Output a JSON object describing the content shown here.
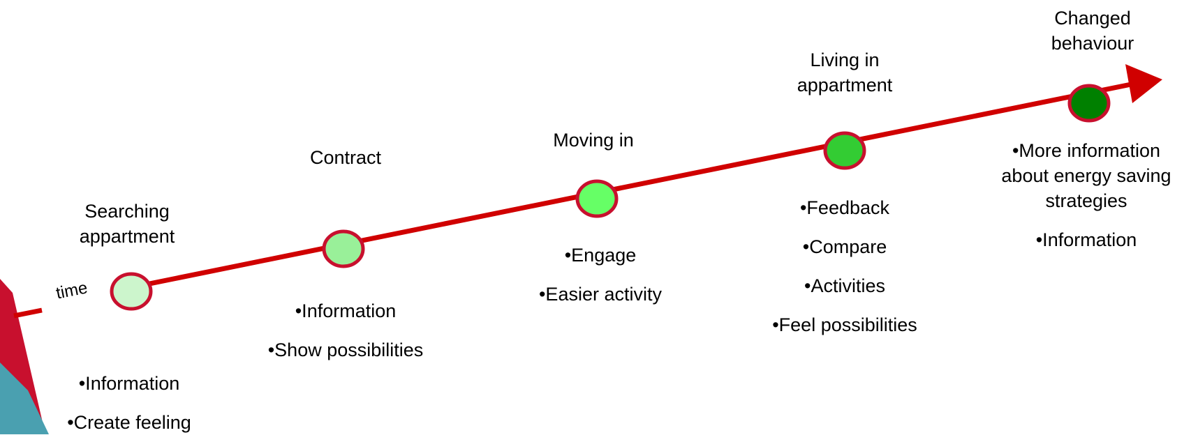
{
  "axis": {
    "label": "time"
  },
  "colors": {
    "line": "#d00000",
    "node_border": "#c8102e"
  },
  "stages": [
    {
      "title": "Searching\nappartment",
      "bullets": [
        "•Information",
        "•Create feeling"
      ],
      "fill": "#ccf5cc"
    },
    {
      "title": "Contract",
      "bullets": [
        "•Information",
        "•Show possibilities"
      ],
      "fill": "#99f099"
    },
    {
      "title": "Moving in",
      "bullets": [
        "•Engage",
        "•Easier activity"
      ],
      "fill": "#66ff66"
    },
    {
      "title": "Living in\nappartment",
      "bullets": [
        "•Feedback",
        "•Compare",
        "•Activities",
        "•Feel possibilities"
      ],
      "fill": "#33cc33"
    },
    {
      "title": "Changed\nbehaviour",
      "bullets": [
        "•More information\nabout energy saving\nstrategies",
        "•Information"
      ],
      "fill": "#008000"
    }
  ]
}
